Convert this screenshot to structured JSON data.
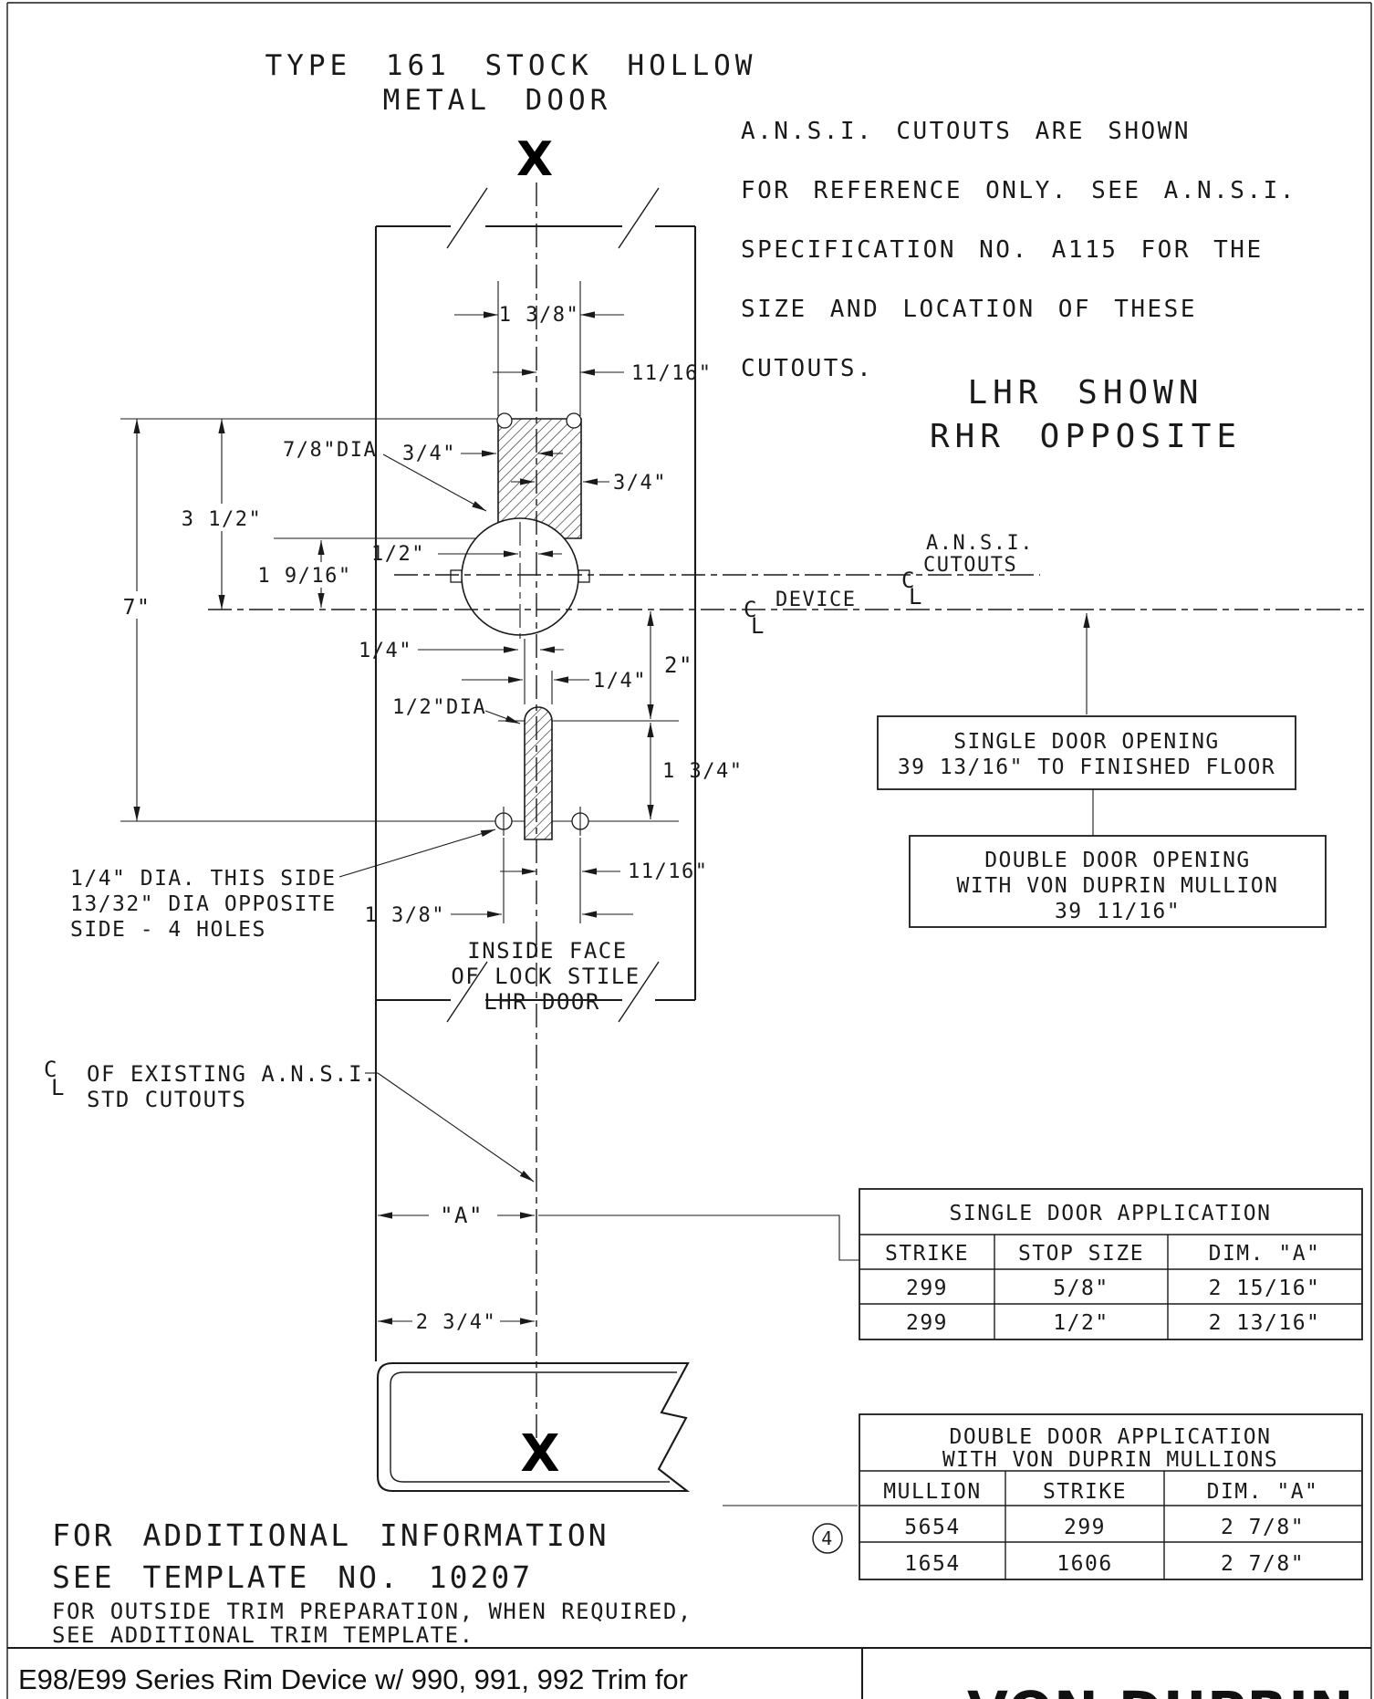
{
  "page": {
    "footer": {
      "left_text": "E98/E99 Series Rim Device w/ 990, 991, 992 Trim for",
      "brand": "VON DUPRIN"
    }
  },
  "drawing": {
    "title": {
      "line1": "TYPE 161 STOCK HOLLOW",
      "line2": "METAL DOOR"
    },
    "section_x_top": "X",
    "section_x_bottom": "X",
    "ansi_note": [
      "A.N.S.I. CUTOUTS ARE SHOWN",
      "FOR REFERENCE ONLY. SEE A.N.S.I.",
      "SPECIFICATION NO. A115 FOR THE",
      "SIZE AND LOCATION OF THESE",
      "CUTOUTS."
    ],
    "handing": {
      "line1": "LHR SHOWN",
      "line2": "RHR OPPOSITE"
    },
    "symbols": {
      "c": "C",
      "l": "L"
    },
    "cl_device": "DEVICE",
    "cl_ansi": {
      "line1": "A.N.S.I.",
      "line2": "CUTOUTS"
    },
    "cl_existing": {
      "line1": "OF EXISTING A.N.S.I.",
      "line2": "STD CUTOUTS"
    },
    "dims": {
      "cutout_width": "1 3/8\"",
      "cutout_half": "11/16\"",
      "hole_dia": "7/8\"DIA",
      "margin_left": "3/4\"",
      "margin_right": "3/4\"",
      "upper_height": "3 1/2\"",
      "overall_height": "7\"",
      "circle_to_cl": "1 9/16\"",
      "cyl_offset": "1/2\"",
      "quarter_1": "1/4\"",
      "quarter_2": "1/4\"",
      "slot_dia": "1/2\"DIA",
      "below_cl": "2\"",
      "slot_length": "1 3/4\"",
      "holes_half": "11/16\"",
      "holes_width": "1 3/8\"",
      "dim_a": "\"A\"",
      "backset": "2 3/4\""
    },
    "notes": {
      "holes": [
        "1/4\" DIA. THIS SIDE",
        "13/32\" DIA OPPOSITE",
        "SIDE - 4 HOLES"
      ],
      "inside_face": [
        "INSIDE FACE",
        "OF LOCK STILE",
        "LHR DOOR"
      ],
      "additional": [
        "FOR ADDITIONAL INFORMATION",
        "SEE TEMPLATE NO. 10207",
        "FOR OUTSIDE TRIM PREPARATION, WHEN REQUIRED,",
        "SEE ADDITIONAL TRIM TEMPLATE."
      ]
    },
    "callouts": {
      "single_opening": [
        "SINGLE DOOR OPENING",
        "39 13/16\" TO FINISHED FLOOR"
      ],
      "double_opening": [
        "DOUBLE DOOR OPENING",
        "WITH VON DUPRIN MULLION",
        "39 11/16\""
      ],
      "ref_number": "4"
    }
  },
  "tables": {
    "single": {
      "title": "SINGLE DOOR APPLICATION",
      "headers": [
        "STRIKE",
        "STOP SIZE",
        "DIM. \"A\""
      ],
      "rows": [
        [
          "299",
          "5/8\"",
          "2 15/16\""
        ],
        [
          "299",
          "1/2\"",
          "2 13/16\""
        ]
      ]
    },
    "double": {
      "title_line1": "DOUBLE DOOR APPLICATION",
      "title_line2": "WITH VON DUPRIN MULLIONS",
      "headers": [
        "MULLION",
        "STRIKE",
        "DIM. \"A\""
      ],
      "rows": [
        [
          "5654",
          "299",
          "2 7/8\""
        ],
        [
          "1654",
          "1606",
          "2 7/8\""
        ]
      ]
    }
  }
}
